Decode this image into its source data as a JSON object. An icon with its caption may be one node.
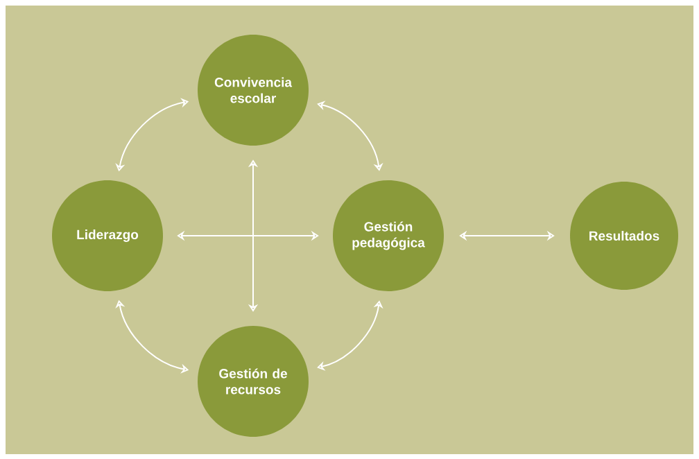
{
  "diagram": {
    "nodes": [
      {
        "text": [
          "Convivencia escolar"
        ]
      },
      {
        "text": [
          "Liderazgo"
        ]
      },
      {
        "text": [
          "Gestión pedagógica"
        ]
      },
      {
        "text": [
          "Resultados"
        ]
      },
      {
        "text": [
          "Gestión de recursos"
        ]
      }
    ],
    "edges": [
      {
        "from": 0,
        "to": 1,
        "arrow": "both"
      },
      {
        "from": 0,
        "to": 2,
        "arrow": "both"
      },
      {
        "from": 1,
        "to": 4,
        "arrow": "both"
      },
      {
        "from": 4,
        "to": 2,
        "arrow": "both"
      },
      {
        "from": 1,
        "to": 2,
        "arrow": "both"
      },
      {
        "from": 0,
        "to": 4,
        "arrow": "both"
      },
      {
        "from": 2,
        "to": 3,
        "arrow": "both"
      }
    ]
  }
}
